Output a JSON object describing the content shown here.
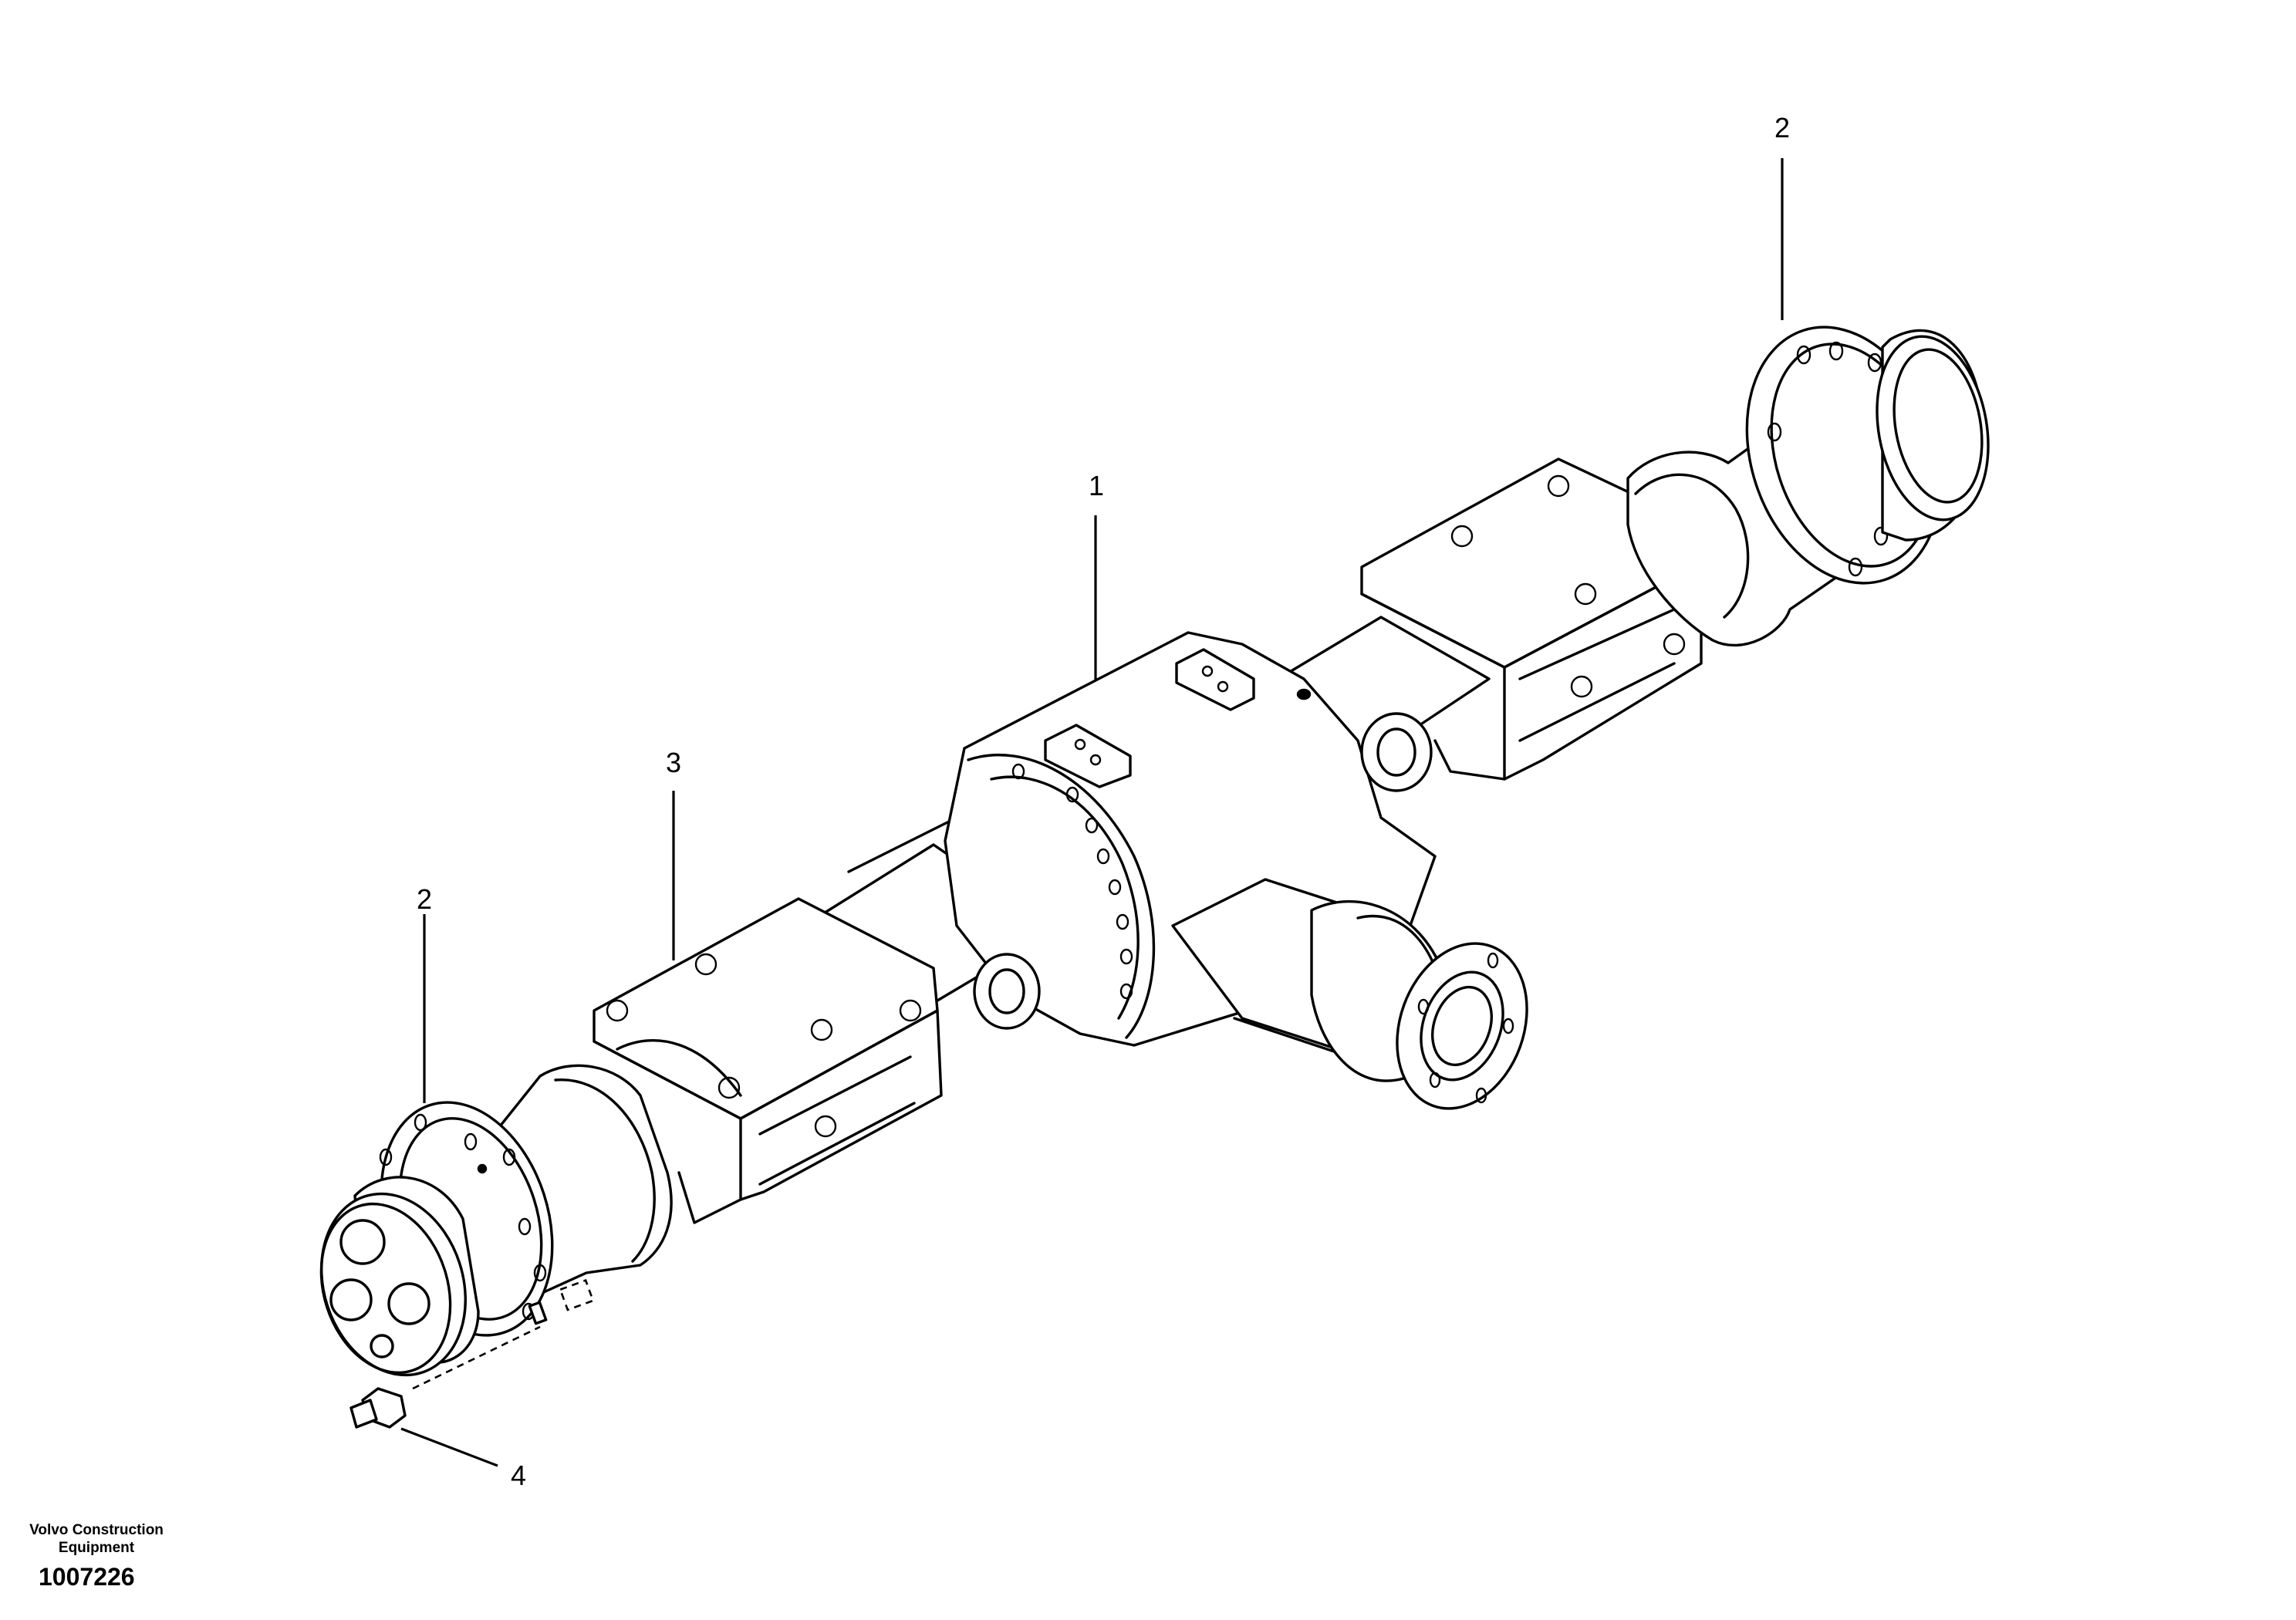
{
  "callouts": {
    "c1": "1",
    "c2_top": "2",
    "c2_left": "2",
    "c3": "3",
    "c4": "4"
  },
  "parts": {
    "axle_housing": "axle-housing",
    "end_flange": "end-flange",
    "mounting_bracket": "mounting-bracket",
    "plug_bolt": "plug-bolt"
  },
  "footer": {
    "publisher_line1": "Volvo Construction",
    "publisher_line2": "Equipment",
    "reference": "1007226"
  },
  "colors": {
    "ink": "#000000",
    "paper": "#ffffff"
  }
}
